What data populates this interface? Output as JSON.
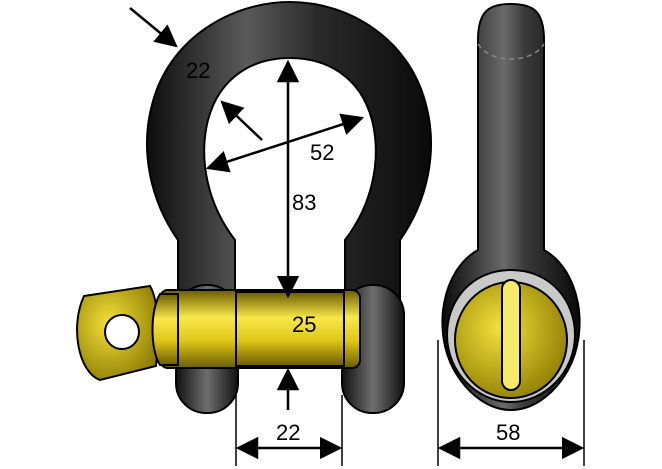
{
  "diagram": {
    "colors": {
      "body": "#1f1f1f",
      "pin": "#e8d21a",
      "pin_shade": "#9c8a00",
      "outline": "#000000",
      "highlight": "#8a8a8a",
      "eye_ring": "#bdbdbd"
    },
    "dimensions": {
      "thickness": "22",
      "inner_width": "52",
      "inner_height": "83",
      "pin_diameter": "25",
      "jaw_width": "22",
      "eye_width": "58"
    }
  }
}
